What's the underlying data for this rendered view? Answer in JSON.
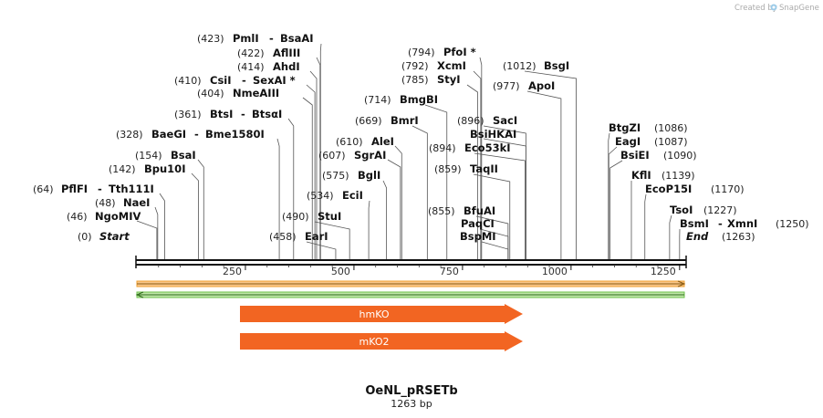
{
  "credit": {
    "prefix": "Created by",
    "brand": "SnapGene"
  },
  "map": {
    "name": "OeNL_pRSETb",
    "length_label": "1263 bp",
    "length": 1263,
    "ticks": [
      "250",
      "500",
      "750",
      "1000",
      "1250"
    ],
    "tick_values": [
      250,
      500,
      750,
      1000,
      1250
    ],
    "start_label": "Start",
    "end_label": "End",
    "start_pos": "(0)",
    "end_pos": "(1263)"
  },
  "sites": [
    {
      "id": "pmli",
      "pos": "(423)",
      "name": "PmlI",
      "name2": "BsaAI",
      "cut": 423
    },
    {
      "id": "afliii",
      "pos": "(422)",
      "name": "AflIII",
      "cut": 422
    },
    {
      "id": "ahdi",
      "pos": "(414)",
      "name": "AhdI",
      "cut": 414
    },
    {
      "id": "csii",
      "pos": "(410)",
      "name": "CsiI",
      "name2": "SexAI *",
      "cut": 410
    },
    {
      "id": "nmeaiii",
      "pos": "(404)",
      "name": "NmeAIII",
      "cut": 404
    },
    {
      "id": "btsi",
      "pos": "(361)",
      "name": "BtsI",
      "name2": "BtsαI",
      "cut": 361
    },
    {
      "id": "baegi",
      "pos": "(328)",
      "name": "BaeGI",
      "name2": "Bme1580I",
      "cut": 328
    },
    {
      "id": "bsai",
      "pos": "(154)",
      "name": "BsaI",
      "cut": 154
    },
    {
      "id": "bpu10i",
      "pos": "(142)",
      "name": "Bpu10I",
      "cut": 142
    },
    {
      "id": "pflfi",
      "pos": "(64)",
      "name": "PflFI",
      "name2": "Tth111I",
      "cut": 64
    },
    {
      "id": "naei",
      "pos": "(48)",
      "name": "NaeI",
      "cut": 48
    },
    {
      "id": "ngomiv",
      "pos": "(46)",
      "name": "NgoMIV",
      "cut": 46
    },
    {
      "id": "stui",
      "pos": "(490)",
      "name": "StuI",
      "cut": 490
    },
    {
      "id": "eari",
      "pos": "(458)",
      "name": "EarI",
      "cut": 458
    },
    {
      "id": "ecii",
      "pos": "(534)",
      "name": "EciI",
      "cut": 534
    },
    {
      "id": "bgli",
      "pos": "(575)",
      "name": "BglI",
      "cut": 575
    },
    {
      "id": "sgrai",
      "pos": "(607)",
      "name": "SgrAI",
      "cut": 607
    },
    {
      "id": "alei",
      "pos": "(610)",
      "name": "AleI",
      "cut": 610
    },
    {
      "id": "bmri",
      "pos": "(669)",
      "name": "BmrI",
      "cut": 669
    },
    {
      "id": "bmgbi",
      "pos": "(714)",
      "name": "BmgBI",
      "cut": 714
    },
    {
      "id": "pfoi",
      "pos": "(794)",
      "name": "PfoI *",
      "cut": 794
    },
    {
      "id": "xcmi",
      "pos": "(792)",
      "name": "XcmI",
      "cut": 792
    },
    {
      "id": "styi",
      "pos": "(785)",
      "name": "StyI",
      "cut": 785
    },
    {
      "id": "saci",
      "pos": "(896)",
      "name": "SacI",
      "cut": 896
    },
    {
      "id": "bsihkai",
      "name": "BsiHKAI",
      "cut": 896
    },
    {
      "id": "eco53ki",
      "pos": "(894)",
      "name": "Eco53kI",
      "cut": 894
    },
    {
      "id": "taqii",
      "pos": "(859)",
      "name": "TaqII",
      "cut": 859
    },
    {
      "id": "bfuai",
      "pos": "(855)",
      "name": "BfuAI",
      "cut": 855
    },
    {
      "id": "paqci",
      "name": "PaqCI",
      "cut": 855
    },
    {
      "id": "bspmi",
      "name": "BspMI",
      "cut": 855
    },
    {
      "id": "bsgi",
      "pos": "(1012)",
      "name": "BsgI",
      "cut": 1012
    },
    {
      "id": "apoi",
      "pos": "(977)",
      "name": "ApoI",
      "cut": 977
    },
    {
      "id": "btgzi",
      "pos": "(1086)",
      "name": "BtgZI",
      "cut": 1086
    },
    {
      "id": "eagi",
      "pos": "(1087)",
      "name": "EagI",
      "cut": 1087
    },
    {
      "id": "bsiei",
      "pos": "(1090)",
      "name": "BsiEI",
      "cut": 1090
    },
    {
      "id": "kfli",
      "pos": "(1139)",
      "name": "KflI",
      "cut": 1139
    },
    {
      "id": "ecop15i",
      "pos": "(1170)",
      "name": "EcoP15I",
      "cut": 1170
    },
    {
      "id": "tsoi",
      "pos": "(1227)",
      "name": "TsoI",
      "cut": 1227
    },
    {
      "id": "bsmi",
      "pos": "(1250)",
      "name": "BsmI",
      "name2": "XmnI",
      "cut": 1250
    }
  ],
  "features": [
    {
      "id": "hmko",
      "label": "hmKO",
      "color": "#f26522"
    },
    {
      "id": "mko2",
      "label": "mKO2",
      "color": "#f26522"
    }
  ],
  "colors": {
    "orf_forward": "#f0a030",
    "orf_reverse": "#6cc04a",
    "backbone": "#111111"
  }
}
